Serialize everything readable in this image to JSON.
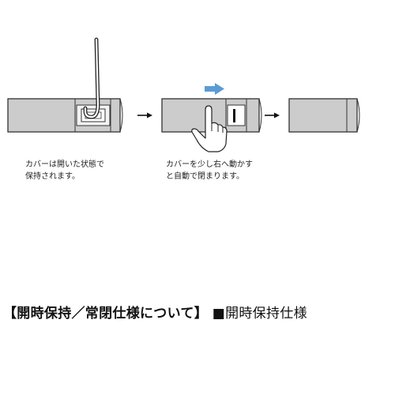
{
  "captions": {
    "step1": [
      "カバーは開いた状態で",
      "保持されます。"
    ],
    "step2": [
      "カバーを少し右へ動かす",
      "と自動で閉まります。"
    ]
  },
  "heading": {
    "bold_text": "【開時保持／常閉仕様について】",
    "normal_text": "■開時保持仕様"
  },
  "colors": {
    "rail_fill": "#cccccc",
    "rail_stroke": "#333333",
    "motion_arrow": "#5b9bd5",
    "flow_arrow": "#111111"
  },
  "icons": {
    "hand": "hand-pointing-icon",
    "motion": "right-arrow-icon",
    "flow": "arrow-right-icon"
  }
}
